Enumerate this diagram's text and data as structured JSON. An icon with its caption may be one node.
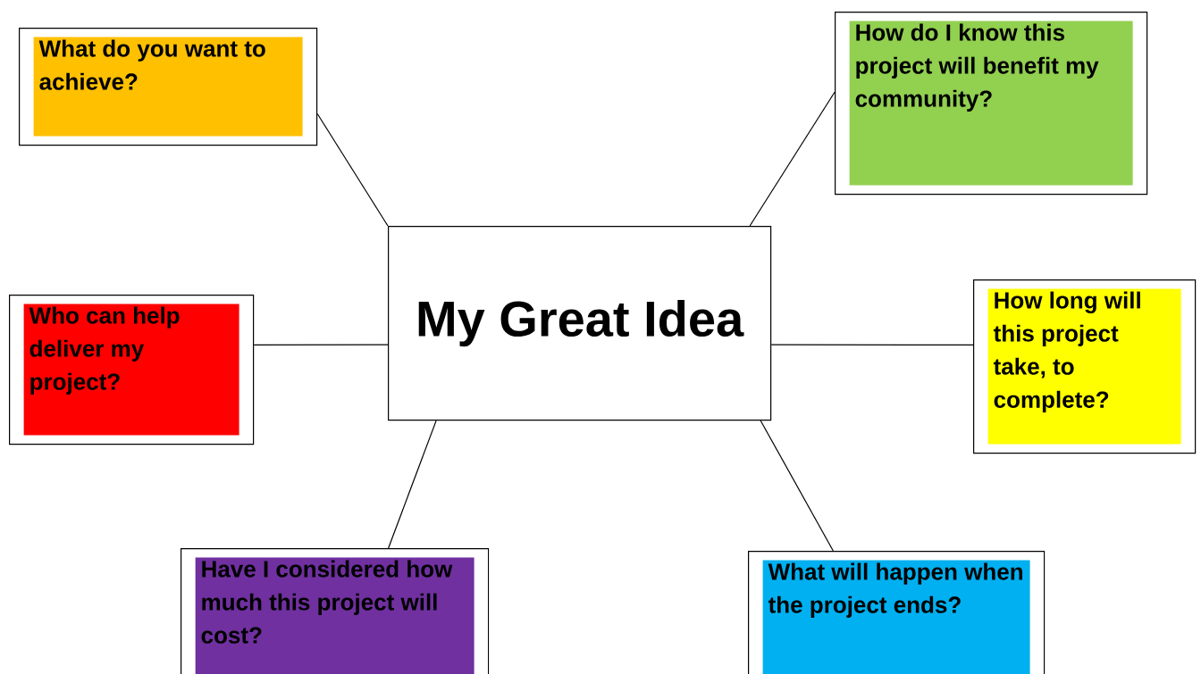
{
  "diagram": {
    "nodes": [
      {
        "text": [
          "My Great Idea"
        ]
      },
      {
        "text": [
          "What do you want to achieve?"
        ]
      },
      {
        "text": [
          "How do I know this project will benefit my community?"
        ]
      },
      {
        "text": [
          "Who can help deliver my project?"
        ]
      },
      {
        "text": [
          "How long will this project take, to complete?"
        ]
      },
      {
        "text": [
          "Have I considered how much this project will cost?"
        ]
      },
      {
        "text": [
          "What will happen when the project ends?"
        ]
      }
    ],
    "edges": [
      {
        "from": 0,
        "to": 1,
        "arrow": "none"
      },
      {
        "from": 0,
        "to": 2,
        "arrow": "none"
      },
      {
        "from": 0,
        "to": 3,
        "arrow": "none"
      },
      {
        "from": 0,
        "to": 4,
        "arrow": "none"
      },
      {
        "from": 0,
        "to": 5,
        "arrow": "none"
      },
      {
        "from": 0,
        "to": 6,
        "arrow": "none"
      }
    ]
  }
}
